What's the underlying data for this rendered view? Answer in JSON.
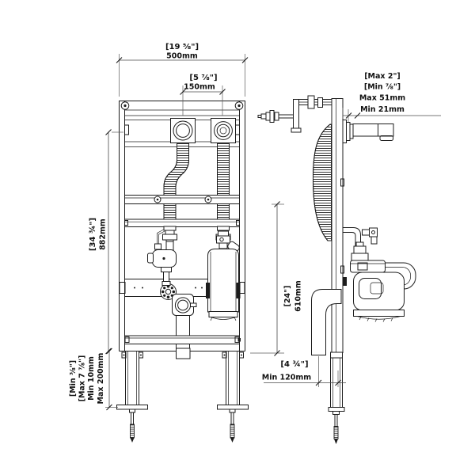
{
  "colors": {
    "line": "#1c1c1c",
    "dimension_line": "#4a4a4a",
    "text": "#111111",
    "background": "#ffffff"
  },
  "dimensions": {
    "overall_width": {
      "imperial": "[19 ⅝\"]",
      "metric": "500mm"
    },
    "inlet_spacing": {
      "imperial": "[5 ⅞\"]",
      "metric": "150mm"
    },
    "frame_height": {
      "imperial": "[34 ¾\"]",
      "metric": "882mm"
    },
    "outlet_height": {
      "imperial": "[24\"]",
      "metric": "610mm"
    },
    "leg_adjustment": {
      "imperial_min": "[Min ⅜\"]",
      "imperial_max": "[Max 7 ⅞\"]",
      "metric_min": "Min 10mm",
      "metric_max": "Max 200mm"
    },
    "wall_finish_depth": {
      "imperial_max": "[Max 2\"]",
      "imperial_min": "[Min ⅞\"]",
      "metric_max": "Max 51mm",
      "metric_min": "Min 21mm"
    },
    "outlet_depth": {
      "imperial": "[4 ¾\"]",
      "metric": "Min 120mm"
    }
  }
}
